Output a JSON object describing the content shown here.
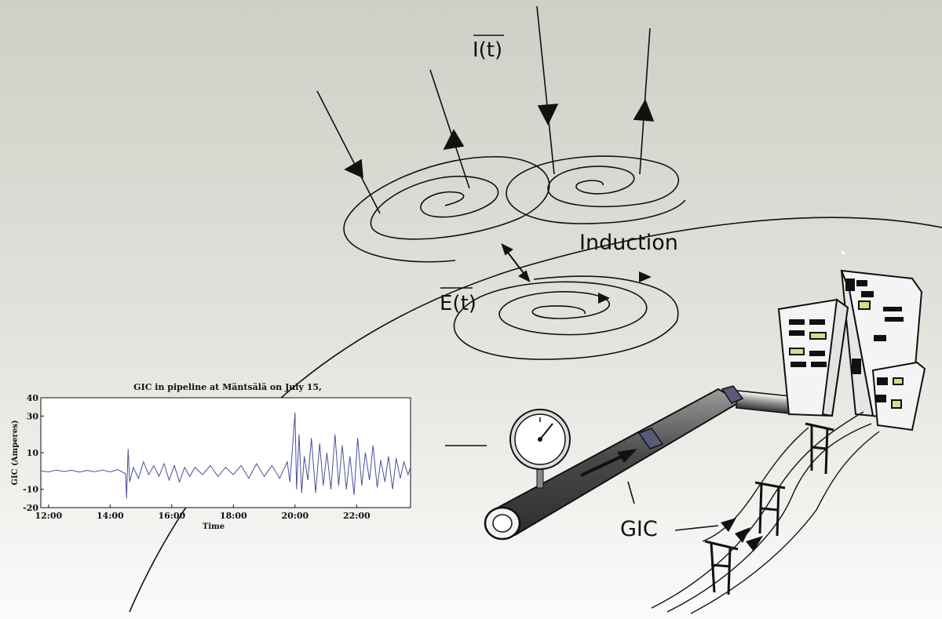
{
  "labels": {
    "current": "I(t)",
    "field": "E(t)",
    "induction": "Induction",
    "gic": "GIC"
  },
  "chart_data": {
    "type": "line",
    "title": "GIC in pipeline at Mäntsälä on July 15,",
    "xlabel": "Time",
    "ylabel": "GIC (Amperes)",
    "x_ticks": [
      "12:00",
      "14:00",
      "16:00",
      "18:00",
      "20:00",
      "22:00"
    ],
    "y_ticks": [
      40,
      30,
      10,
      -10,
      -20
    ],
    "xlim": [
      "11:45",
      "23:45"
    ],
    "ylim": [
      -20,
      40
    ],
    "grid": false,
    "series": [
      {
        "color": "#4b4f9a",
        "points": [
          [
            "11:45",
            0
          ],
          [
            "12:00",
            -0.5
          ],
          [
            "12:15",
            0.5
          ],
          [
            "12:30",
            -0.3
          ],
          [
            "12:45",
            0.4
          ],
          [
            "13:00",
            -0.6
          ],
          [
            "13:15",
            0.3
          ],
          [
            "13:30",
            -0.4
          ],
          [
            "13:45",
            0.5
          ],
          [
            "14:00",
            -0.5
          ],
          [
            "14:15",
            0.8
          ],
          [
            "14:30",
            -1.5
          ],
          [
            "14:32",
            -15
          ],
          [
            "14:35",
            12
          ],
          [
            "14:38",
            -6
          ],
          [
            "14:45",
            2
          ],
          [
            "14:55",
            -4
          ],
          [
            "15:05",
            5
          ],
          [
            "15:15",
            -2
          ],
          [
            "15:25",
            3
          ],
          [
            "15:35",
            -3
          ],
          [
            "15:45",
            4
          ],
          [
            "15:55",
            -5
          ],
          [
            "16:05",
            3
          ],
          [
            "16:15",
            -6
          ],
          [
            "16:25",
            2
          ],
          [
            "16:35",
            -3
          ],
          [
            "16:45",
            2
          ],
          [
            "17:00",
            -2
          ],
          [
            "17:15",
            3
          ],
          [
            "17:30",
            -3
          ],
          [
            "17:45",
            2
          ],
          [
            "18:00",
            -2
          ],
          [
            "18:15",
            3
          ],
          [
            "18:30",
            -4
          ],
          [
            "18:45",
            4
          ],
          [
            "19:00",
            -3
          ],
          [
            "19:15",
            3
          ],
          [
            "19:30",
            -4
          ],
          [
            "19:45",
            5
          ],
          [
            "19:50",
            -6
          ],
          [
            "19:55",
            12
          ],
          [
            "20:00",
            32
          ],
          [
            "20:03",
            -10
          ],
          [
            "20:08",
            20
          ],
          [
            "20:13",
            -12
          ],
          [
            "20:18",
            8
          ],
          [
            "20:25",
            -5
          ],
          [
            "20:32",
            18
          ],
          [
            "20:40",
            -12
          ],
          [
            "20:48",
            15
          ],
          [
            "20:55",
            -8
          ],
          [
            "21:02",
            10
          ],
          [
            "21:10",
            -10
          ],
          [
            "21:18",
            20
          ],
          [
            "21:25",
            -8
          ],
          [
            "21:32",
            14
          ],
          [
            "21:40",
            -10
          ],
          [
            "21:47",
            8
          ],
          [
            "21:55",
            -13
          ],
          [
            "22:02",
            18
          ],
          [
            "22:10",
            -8
          ],
          [
            "22:17",
            10
          ],
          [
            "22:25",
            -5
          ],
          [
            "22:32",
            14
          ],
          [
            "22:40",
            -9
          ],
          [
            "22:47",
            6
          ],
          [
            "22:55",
            -6
          ],
          [
            "23:02",
            8
          ],
          [
            "23:10",
            -10
          ],
          [
            "23:17",
            7
          ],
          [
            "23:25",
            -4
          ],
          [
            "23:32",
            5
          ],
          [
            "23:40",
            -2
          ],
          [
            "23:45",
            2
          ]
        ]
      }
    ]
  }
}
